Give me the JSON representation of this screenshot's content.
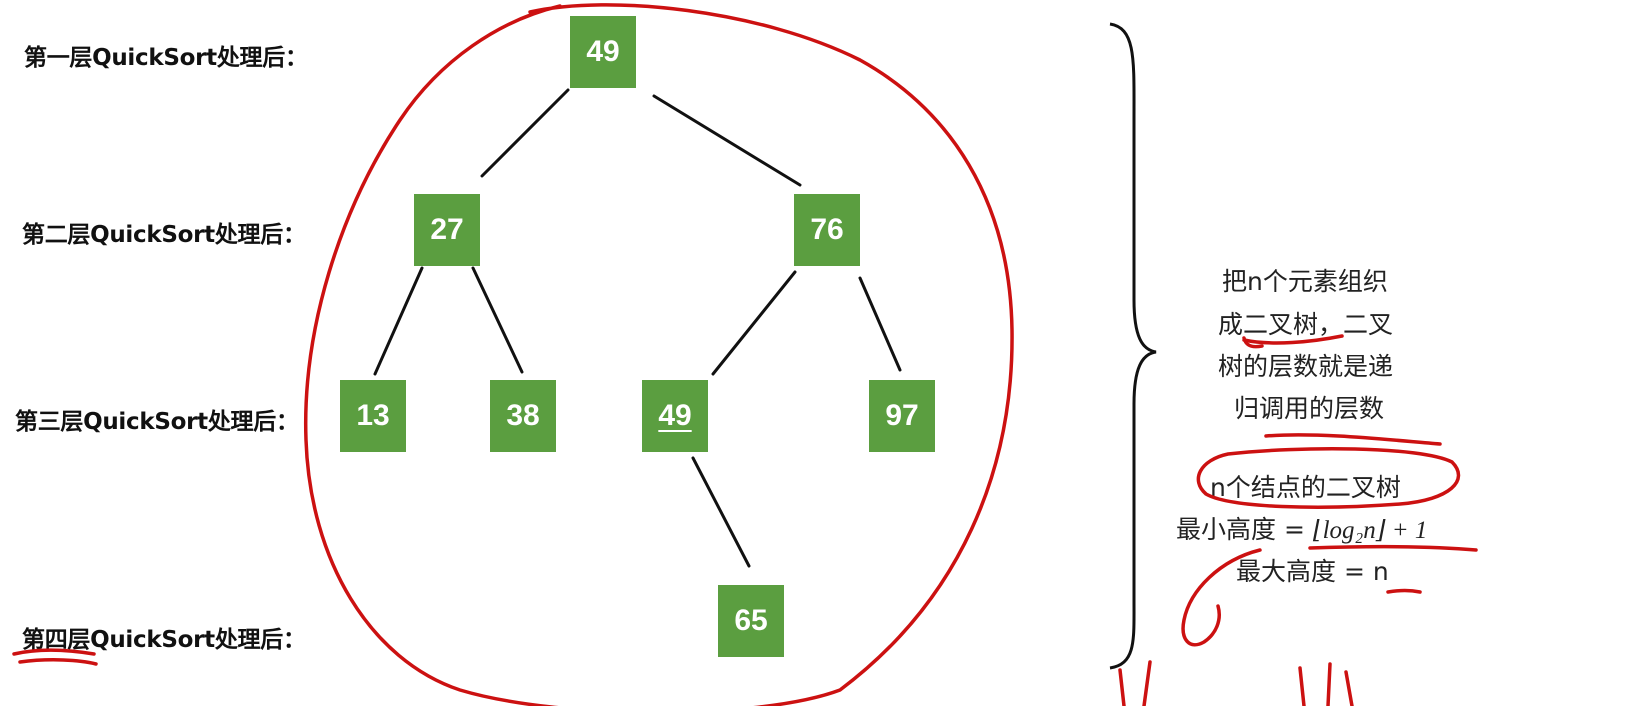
{
  "levels": [
    {
      "label": "第一层QuickSort处理后："
    },
    {
      "label": "第二层QuickSort处理后："
    },
    {
      "label": "第三层QuickSort处理后："
    },
    {
      "label": "第四层QuickSort处理后："
    }
  ],
  "nodes": {
    "root": "49",
    "l": "27",
    "r": "76",
    "ll": "13",
    "lr": "38",
    "rl": "49",
    "rr": "97",
    "rlr": "65"
  },
  "notes": {
    "line1": "把n个元素组织",
    "line2_prefix": "成",
    "line2_underlined": "二叉树",
    "line2_suffix": "，二叉",
    "line3": "树的层数就是递",
    "line4": "归调用的层数",
    "heading": "n个结点的二叉树",
    "min_label": "最小高度 =",
    "min_formula": "⌊log₂n⌋ + 1",
    "max_label": "最大高度 =",
    "max_value": "n"
  },
  "colors": {
    "node_fill": "#5b9e40",
    "ink": "#cc1111"
  }
}
